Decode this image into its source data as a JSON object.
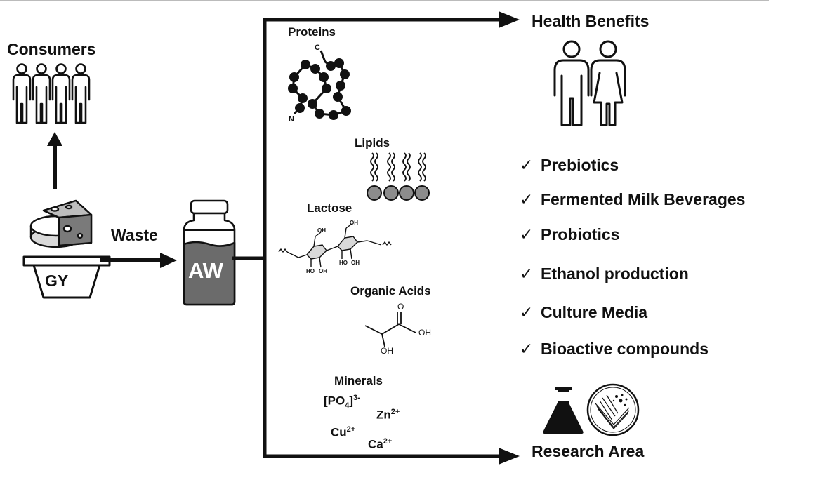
{
  "labels": {
    "consumers": "Consumers",
    "gy": "GY",
    "waste": "Waste",
    "aw": "AW",
    "health_benefits": "Health Benefits",
    "research_area": "Research Area"
  },
  "components": {
    "proteins": "Proteins",
    "protein_c_terminal": "C",
    "protein_n_terminal": "N",
    "lipids": "Lipids",
    "lactose": "Lactose",
    "lactose_oh": "OH",
    "lactose_ho": "HO",
    "organic_acids": "Organic Acids",
    "acid_o": "O",
    "acid_oh": "OH",
    "minerals": "Minerals",
    "ions": [
      {
        "base": "[PO",
        "sub": "4",
        "close": "]",
        "sup": "3-"
      },
      {
        "base": "Zn",
        "sup": "2+"
      },
      {
        "base": "Cu",
        "sup": "2+"
      },
      {
        "base": "Ca",
        "sup": "2+"
      }
    ]
  },
  "benefits": {
    "check_symbol": "✓",
    "items": [
      "Prebiotics",
      "Fermented Milk Beverages",
      "Probiotics",
      "Ethanol production",
      "Culture Media",
      "Bioactive compounds"
    ]
  },
  "icons": {
    "consumers": "people-group-icon",
    "cheese": "cheese-icon",
    "bowl": "bowl-icon",
    "bottle": "bottle-icon",
    "couple": "couple-icon",
    "flask": "flask-icon",
    "petri": "petri-dish-icon"
  },
  "colors": {
    "line": "#111111",
    "fill_gray": "#6b6b6b",
    "light_gray": "#d9d9d9"
  }
}
